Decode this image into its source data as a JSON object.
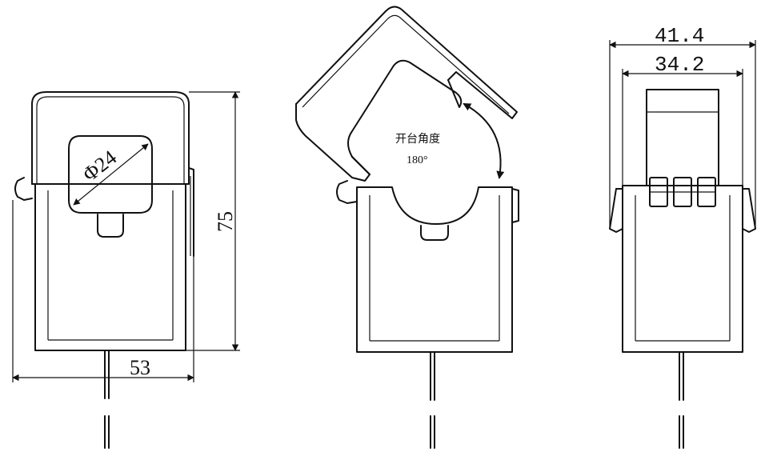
{
  "labels": {
    "diameter": "Φ24",
    "height": "75",
    "width": "53",
    "outer_width": "41.4",
    "inner_width": "34.2",
    "opening_angle_title": "开台角度",
    "opening_angle_value": "180°"
  }
}
